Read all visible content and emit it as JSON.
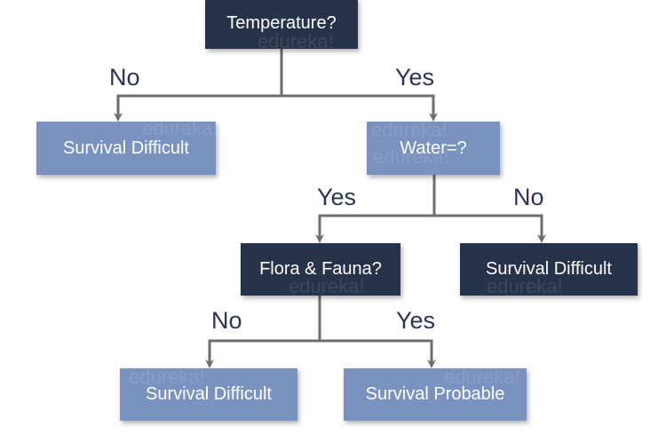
{
  "colors": {
    "decision_node": "#27324b",
    "outcome_node": "#7a92bf",
    "connector": "#6e6e6e",
    "edge_label": "#2a3550"
  },
  "watermark": "edureka!",
  "nodes": {
    "temperature": {
      "label": "Temperature?"
    },
    "survival_difficult_1": {
      "label": "Survival Difficult"
    },
    "water": {
      "label": "Water=?"
    },
    "flora_fauna": {
      "label": "Flora & Fauna?"
    },
    "survival_difficult_2": {
      "label": "Survival Difficult"
    },
    "survival_difficult_3": {
      "label": "Survival Difficult"
    },
    "survival_probable": {
      "label": "Survival Probable"
    }
  },
  "edges": {
    "temperature_no": {
      "label": "No"
    },
    "temperature_yes": {
      "label": "Yes"
    },
    "water_yes": {
      "label": "Yes"
    },
    "water_no": {
      "label": "No"
    },
    "flora_no": {
      "label": "No"
    },
    "flora_yes": {
      "label": "Yes"
    }
  }
}
